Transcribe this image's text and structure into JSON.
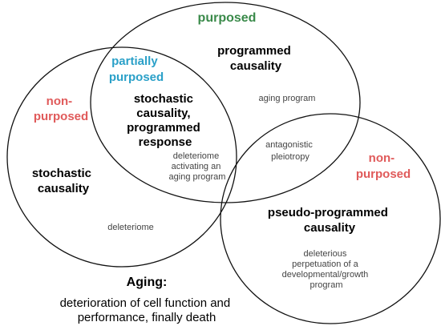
{
  "colors": {
    "purposed": "#3a8a4a",
    "non_purposed": "#e05a5a",
    "partially_purposed": "#2aa0c8",
    "outline": "#111111"
  },
  "labels": {
    "purposed": "purposed",
    "partially_purposed": [
      "partially",
      "purposed"
    ],
    "non_purposed_left": [
      "non-",
      "purposed"
    ],
    "non_purposed_right": [
      "non-",
      "purposed"
    ],
    "programmed_causality": [
      "programmed",
      "causality"
    ],
    "stochastic_programmed": [
      "stochastic",
      "causality,",
      "programmed",
      "response"
    ],
    "stochastic_causality": [
      "stochastic",
      "causality"
    ],
    "pseudo_programmed": [
      "pseudo-programmed",
      "causality"
    ]
  },
  "notes": {
    "aging_program": "aging program",
    "antagonistic_pleiotropy": [
      "antagonistic",
      "pleiotropy"
    ],
    "deleteriome_activating": [
      "deleteriome",
      "activating an",
      "aging program"
    ],
    "deleteriome": "deleteriome",
    "deleterious_perpetuation": [
      "deleterious",
      "perpetuation of a",
      "developmental/growth",
      "program"
    ]
  },
  "caption": {
    "title": "Aging:",
    "lines": [
      "deterioration of cell function and",
      "performance, finally death"
    ]
  }
}
